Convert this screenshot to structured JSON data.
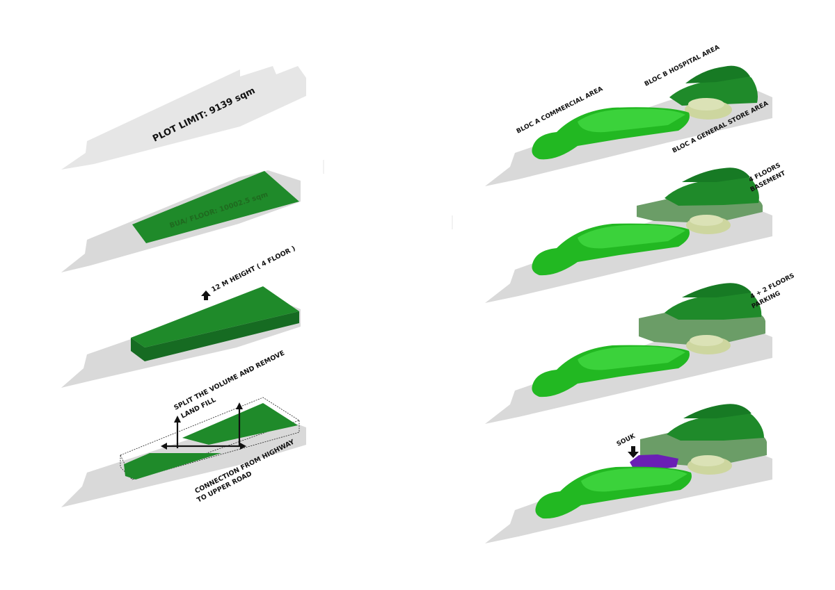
{
  "colors": {
    "shadow": "#d9d9d9",
    "plot": "#e6e6e6",
    "green_main": "#22b822",
    "green_top": "#3bd23b",
    "green_dark": "#1f8a2a",
    "green_darker": "#166b22",
    "green_muted": "#6b9d67",
    "beige": "#cdd69f",
    "purple": "#6a1fb5"
  },
  "labels": {
    "plot_limit": "PLOT LIMIT: 9139 sqm",
    "bua_floor": "BUA/ FLOOR: 10002.5 sqm",
    "height": "12 M HEIGHT ( 4 FLOOR )",
    "split_line1": "SPLIT THE VOLUME AND REMOVE",
    "split_line2": "LAND FILL",
    "connection_line1": "CONNECTION FROM HIGHWAY",
    "connection_line2": "TO UPPER ROAD",
    "bloc_a_commercial": "BLOC A COMMERCIAL AREA",
    "bloc_b_hospital": "BLOC B HOSPITAL AREA",
    "bloc_a_general": "BLOC A GENERAL STORE AREA",
    "four_floors_line1": "4 FLOORS",
    "four_floors_line2": "BASEMENT",
    "four_plus_two_line1": "4 + 2 FLOORS",
    "four_plus_two_line2": "PARKING",
    "souk": "SOUK"
  }
}
